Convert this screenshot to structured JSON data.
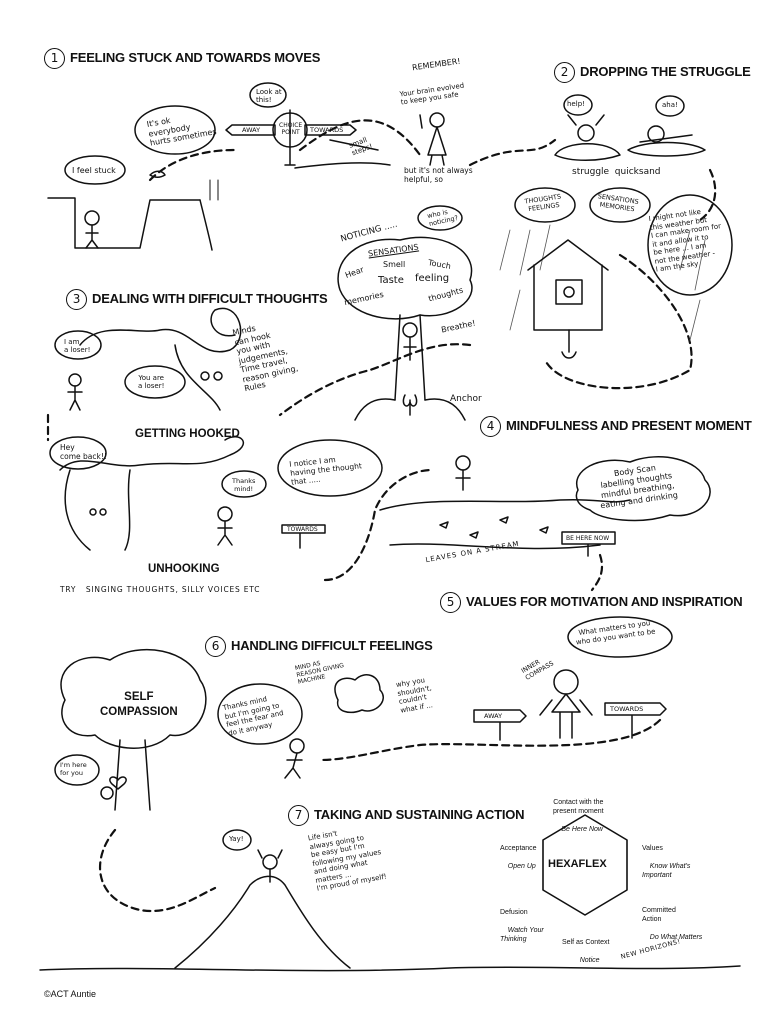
{
  "sections": [
    {
      "number": "1",
      "title": "FEELING STUCK AND TOWARDS MOVES"
    },
    {
      "number": "2",
      "title": "DROPPING THE STRUGGLE"
    },
    {
      "number": "3",
      "title": "DEALING WITH DIFFICULT THOUGHTS"
    },
    {
      "number": "4",
      "title": "MINDFULNESS AND PRESENT MOMENT"
    },
    {
      "number": "5",
      "title": "VALUES FOR MOTIVATION AND INSPIRATION"
    },
    {
      "number": "6",
      "title": "HANDLING DIFFICULT FEELINGS"
    },
    {
      "number": "7",
      "title": "TAKING AND SUSTAINING ACTION"
    }
  ],
  "s1": {
    "stuck": "I feel stuck",
    "ok": "It's ok\neverybody\nhurts sometimes",
    "look": "Look at\nthis!",
    "away": "AWAY",
    "choice": "CHOICE\nPOINT",
    "towards": "TOWARDS",
    "small_steps": "small\nsteps!",
    "remember": "REMEMBER!",
    "brain": "Your brain evolved\nto keep you safe",
    "helpful": "but it's not always\nhelpful, so"
  },
  "s2": {
    "help": "help!",
    "aha": "aha!",
    "struggle": "struggle  quicksand",
    "thoughts": "THOUGHTS\nFEELINGS",
    "sensations": "SENSATIONS\nMEMORIES",
    "weather": "I might not like\nthis weather but\nI can make room for\nit and allow it to\nbe here ... I am\nnot the weather -\nI am the sky",
    "noticing": "NOTICING .....",
    "who": "who is\nnoticing?"
  },
  "tree": {
    "sensations": "SENSATIONS",
    "hear": "Hear",
    "smell": "Smell",
    "touch": "Touch",
    "taste": "Taste",
    "feeling": "feeling",
    "memories": "memories",
    "thoughts": "thoughts",
    "breathe": "Breathe!",
    "anchor": "Anchor"
  },
  "s3": {
    "loser1": "I am\na loser!",
    "loser2": "You are\na loser!",
    "minds": "Minds\ncan hook\nyou with\njudgements,\nTime travel,\nreason giving,\nRules",
    "hooked": "GETTING HOOKED",
    "come_back": "Hey\ncome back!!",
    "thanks": "Thanks\nmind!",
    "notice": "I notice I am\nhaving the thought\nthat .....",
    "towards": "TOWARDS",
    "unhooking": "UNHOOKING",
    "try": "TRY   SINGING THOUGHTS, SILLY VOICES ETC"
  },
  "s4": {
    "body": "Body Scan\nlabelling thoughts\nmindful breathing,\neating and drinking",
    "be_here": "BE HERE NOW",
    "leaves": "LEAVES ON A STREAM"
  },
  "s5": {
    "what_matters": "What matters to you\nwho do you want to be",
    "inner": "INNER\nCOMPASS",
    "away": "AWAY",
    "towards": "TOWARDS"
  },
  "s6": {
    "self_compassion": "SELF\nCOMPASSION",
    "here": "I'm here\nfor you",
    "thanks": "Thanks mind\nbut I'm going to\nfeel the fear and\ndo it anyway",
    "mind": "MIND AS\nREASON GIVING\nMACHINE",
    "why": "why you\nshouldn't,\ncouldn't\nwhat if ..."
  },
  "s7": {
    "yay": "Yay!",
    "life": "Life isn't\nalways going to\nbe easy but I'm\nfollowing my values\nand doing what\nmatters ...\nI'm proud of myself!",
    "horizons": "NEW HORIZONS!"
  },
  "hexaflex": {
    "title": "HEXAFLEX",
    "present_head": "Contact with the\npresent moment",
    "present_sub": "Be Here Now",
    "acceptance_head": "Acceptance",
    "acceptance_sub": "Open Up",
    "values_head": "Values",
    "values_sub": "Know What's\nImportant",
    "defusion_head": "Defusion",
    "defusion_sub": "Watch Your\nThinking",
    "committed_head": "Committed\nAction",
    "committed_sub": "Do What Matters",
    "self_head": "Self as Context",
    "self_sub": "Notice"
  },
  "footer": {
    "credit": "©ACT Auntie"
  }
}
